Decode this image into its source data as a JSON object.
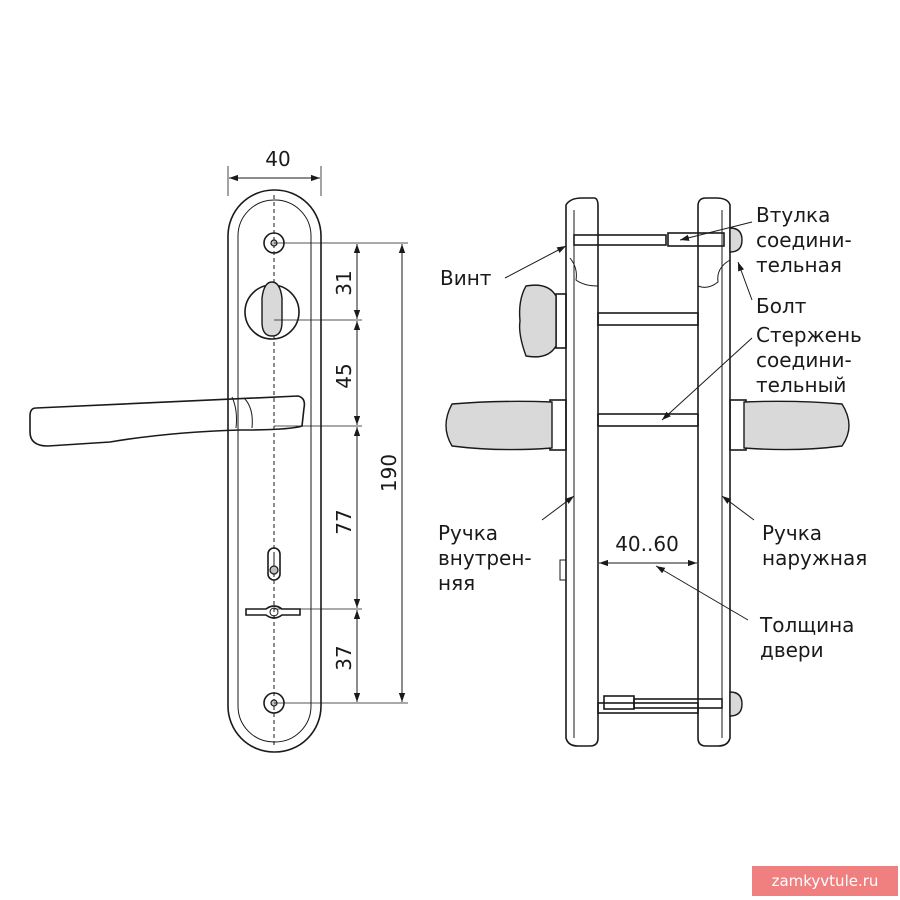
{
  "front_view": {
    "dimensions": {
      "width": "40",
      "seg_top": "31",
      "seg_mid": "45",
      "seg_low": "77",
      "seg_bottom": "37",
      "total": "190"
    }
  },
  "side_view": {
    "door_thickness": "40..60",
    "callouts": {
      "sleeve": [
        "Втулка",
        "соедини-",
        "тельная"
      ],
      "screw": "Винт",
      "bolt": "Болт",
      "rod": [
        "Стержень",
        "соедини-",
        "тельный"
      ],
      "inner_handle": [
        "Ручка",
        "внутрен-",
        "няя"
      ],
      "outer_handle": [
        "Ручка",
        "наружная"
      ],
      "door": [
        "Толщина",
        "двери"
      ]
    }
  },
  "watermark": "zamkyvtule.ru"
}
